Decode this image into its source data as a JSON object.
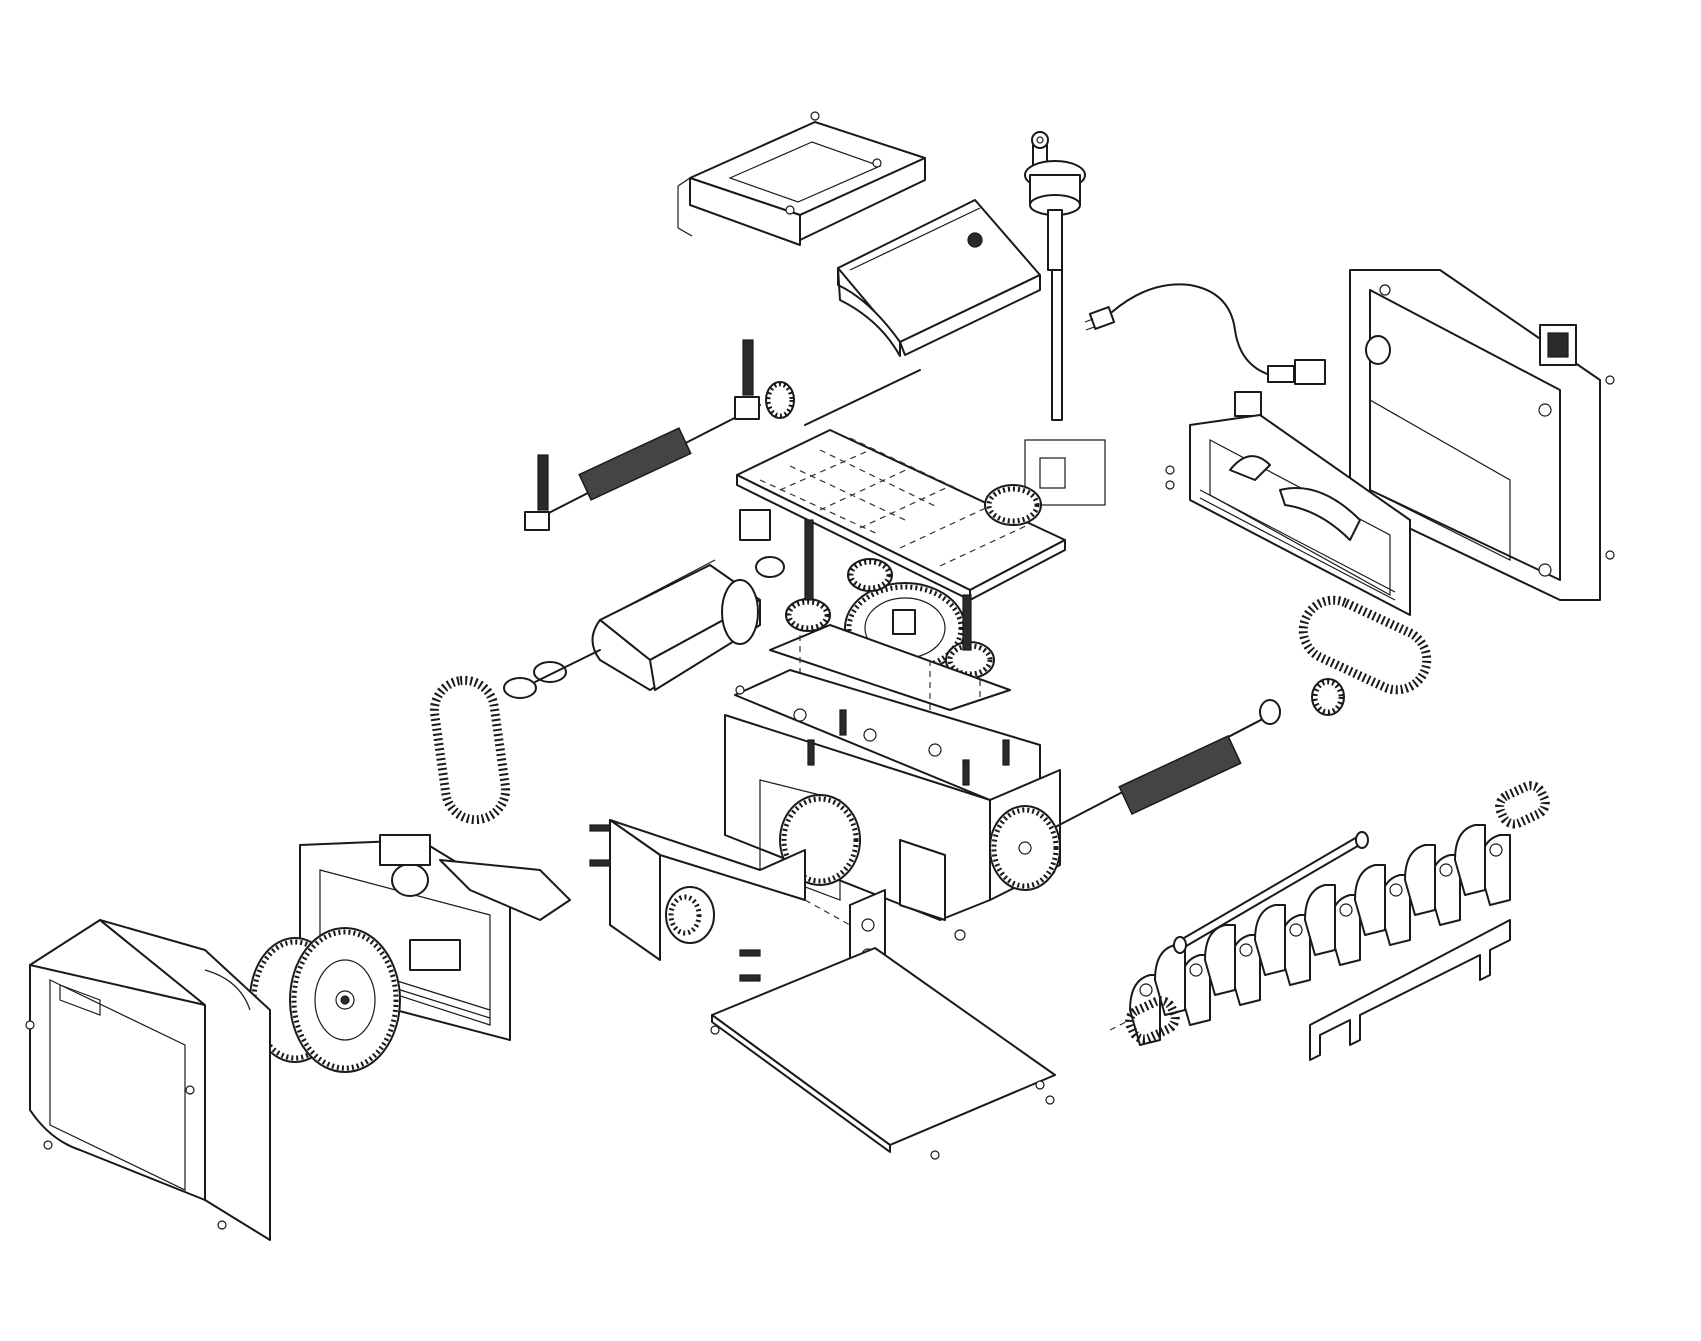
{
  "figure": {
    "type": "exploded-assembly-drawing",
    "line_color": "#1a1a1a",
    "background": "#ffffff",
    "parts": [
      "top-cover-plate",
      "feed-tray",
      "adjustment-knob-shaft",
      "power-cord",
      "right-housing",
      "right-side-frame",
      "upper-feed-roller",
      "perforated-plate",
      "gear-train",
      "motor",
      "left-drive-belt",
      "main-frame",
      "lower-feed-roller",
      "right-drive-belt",
      "comb-blades",
      "blade-rod",
      "comb-bracket",
      "circuit-board",
      "bottom-plate",
      "left-side-frame",
      "large-drive-gears",
      "left-housing-cover"
    ]
  }
}
